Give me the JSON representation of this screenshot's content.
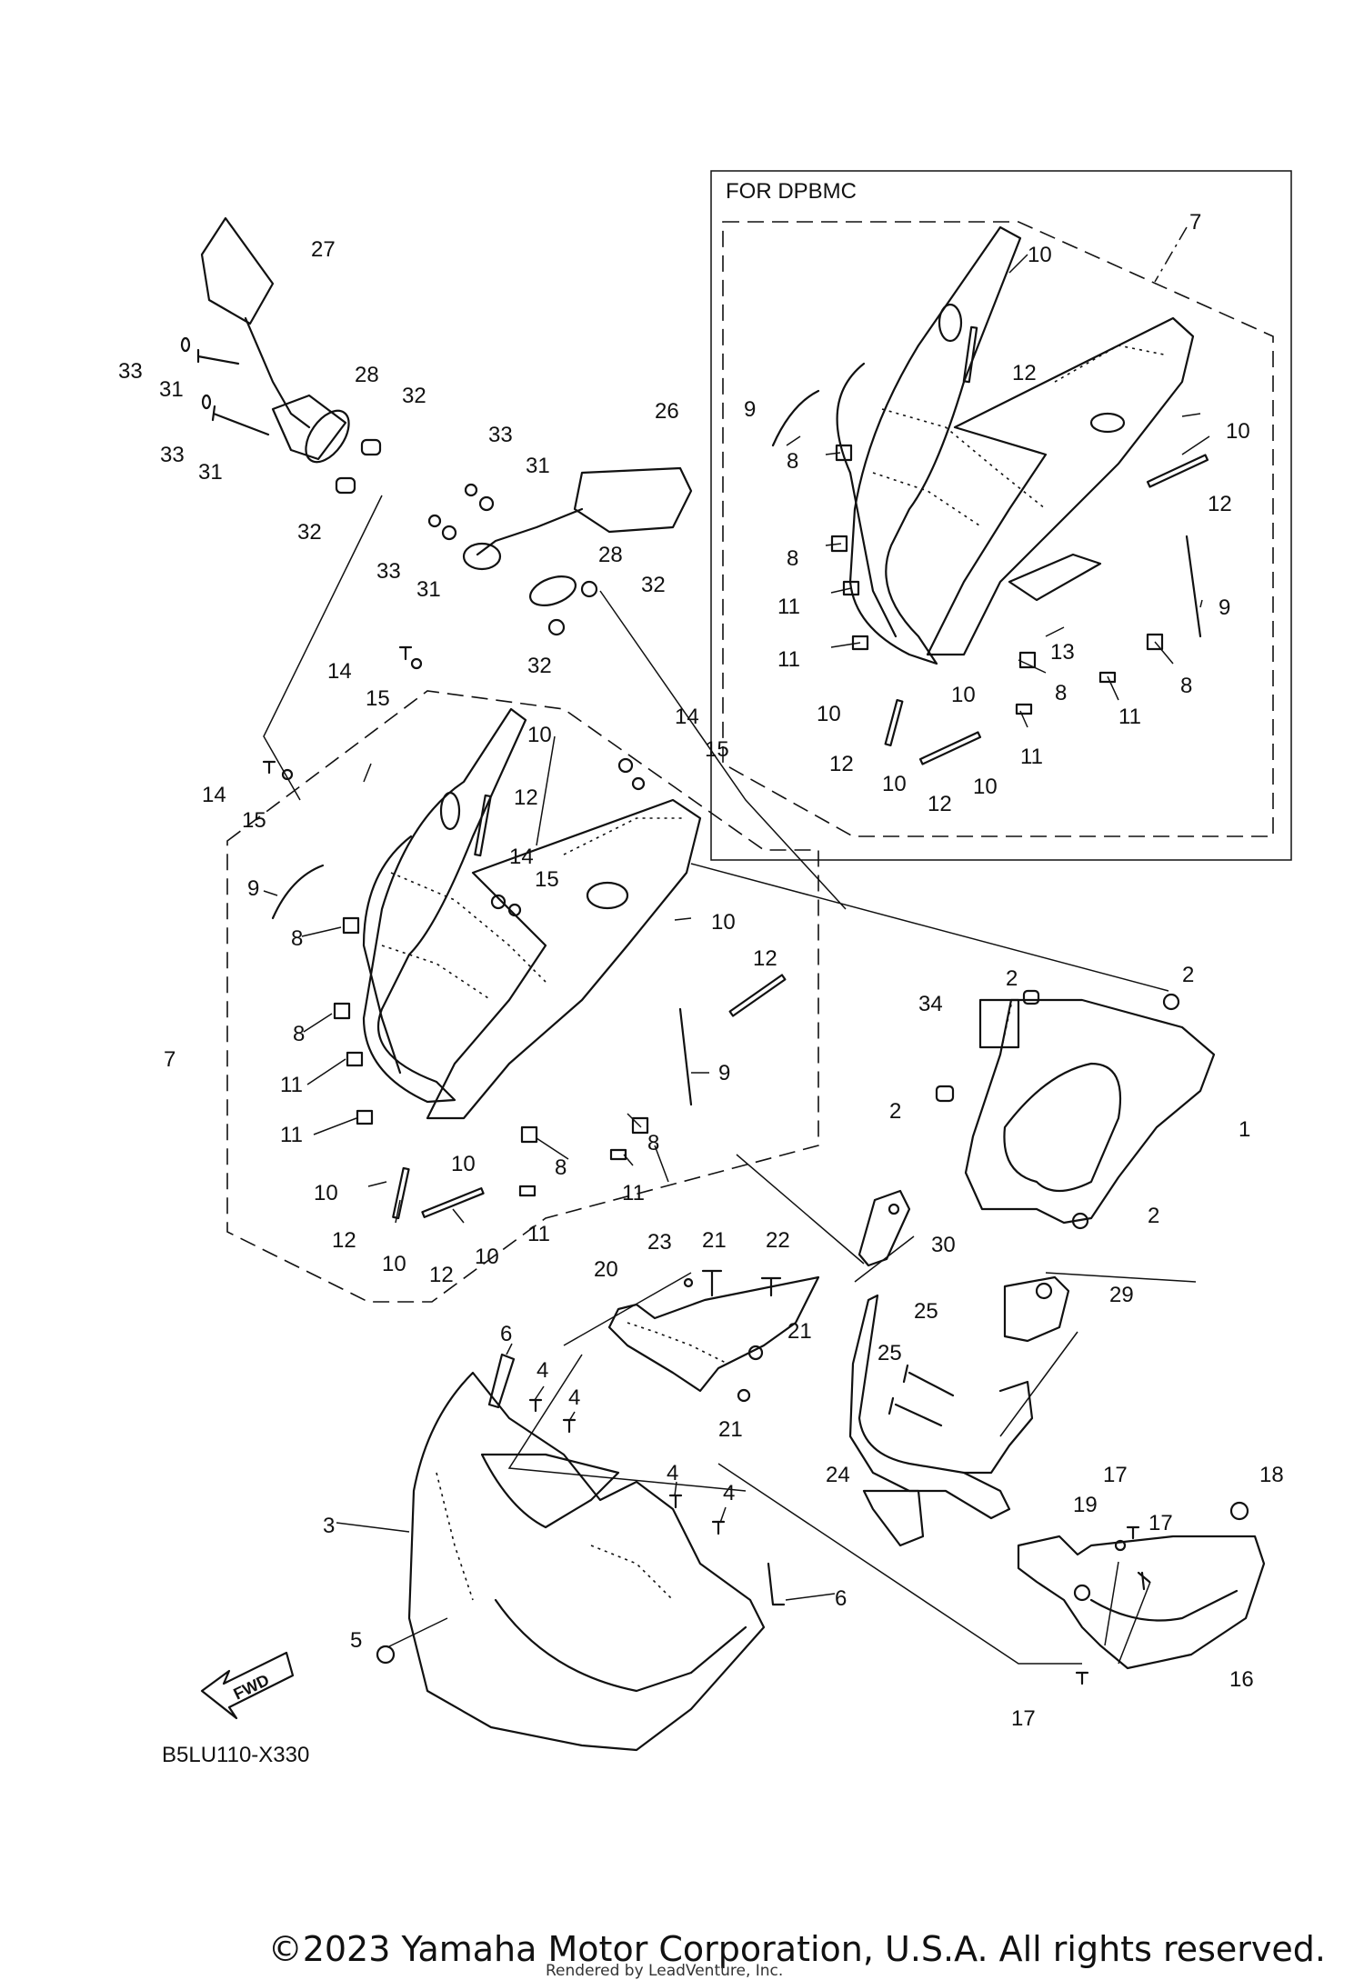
{
  "inset": {
    "title": "FOR DPBMC"
  },
  "diagram_code": "B5LU110-X330",
  "fwd_label": "FWD",
  "copyright": "©2023 Yamaha Motor Corporation, U.S.A. All rights reserved.",
  "rendered_by": "Rendered by LeadVenture, Inc.",
  "callouts": [
    {
      "id": "c1",
      "text": "1"
    },
    {
      "id": "c2a",
      "text": "2"
    },
    {
      "id": "c2b",
      "text": "2"
    },
    {
      "id": "c2c",
      "text": "2"
    },
    {
      "id": "c2d",
      "text": "2"
    },
    {
      "id": "c3",
      "text": "3"
    },
    {
      "id": "c4a",
      "text": "4"
    },
    {
      "id": "c4b",
      "text": "4"
    },
    {
      "id": "c4c",
      "text": "4"
    },
    {
      "id": "c4d",
      "text": "4"
    },
    {
      "id": "c5",
      "text": "5"
    },
    {
      "id": "c6a",
      "text": "6"
    },
    {
      "id": "c6b",
      "text": "6"
    },
    {
      "id": "c7",
      "text": "7"
    },
    {
      "id": "c7i",
      "text": "7"
    },
    {
      "id": "c8a",
      "text": "8"
    },
    {
      "id": "c8b",
      "text": "8"
    },
    {
      "id": "c8c",
      "text": "8"
    },
    {
      "id": "c8d",
      "text": "8"
    },
    {
      "id": "c8i1",
      "text": "8"
    },
    {
      "id": "c8i2",
      "text": "8"
    },
    {
      "id": "c8i3",
      "text": "8"
    },
    {
      "id": "c8i4",
      "text": "8"
    },
    {
      "id": "c9a",
      "text": "9"
    },
    {
      "id": "c9b",
      "text": "9"
    },
    {
      "id": "c9i1",
      "text": "9"
    },
    {
      "id": "c9i2",
      "text": "9"
    },
    {
      "id": "c10a",
      "text": "10"
    },
    {
      "id": "c10b",
      "text": "10"
    },
    {
      "id": "c10c",
      "text": "10"
    },
    {
      "id": "c10d",
      "text": "10"
    },
    {
      "id": "c10e",
      "text": "10"
    },
    {
      "id": "c10f",
      "text": "10"
    },
    {
      "id": "c10i1",
      "text": "10"
    },
    {
      "id": "c10i2",
      "text": "10"
    },
    {
      "id": "c10i3",
      "text": "10"
    },
    {
      "id": "c10i4",
      "text": "10"
    },
    {
      "id": "c10i5",
      "text": "10"
    },
    {
      "id": "c10i6",
      "text": "10"
    },
    {
      "id": "c11a",
      "text": "11"
    },
    {
      "id": "c11b",
      "text": "11"
    },
    {
      "id": "c11c",
      "text": "11"
    },
    {
      "id": "c11d",
      "text": "11"
    },
    {
      "id": "c11i1",
      "text": "11"
    },
    {
      "id": "c11i2",
      "text": "11"
    },
    {
      "id": "c11i3",
      "text": "11"
    },
    {
      "id": "c11i4",
      "text": "11"
    },
    {
      "id": "c12a",
      "text": "12"
    },
    {
      "id": "c12b",
      "text": "12"
    },
    {
      "id": "c12c",
      "text": "12"
    },
    {
      "id": "c12d",
      "text": "12"
    },
    {
      "id": "c12i1",
      "text": "12"
    },
    {
      "id": "c12i2",
      "text": "12"
    },
    {
      "id": "c12i3",
      "text": "12"
    },
    {
      "id": "c12i4",
      "text": "12"
    },
    {
      "id": "c13",
      "text": "13"
    },
    {
      "id": "c14a",
      "text": "14"
    },
    {
      "id": "c14b",
      "text": "14"
    },
    {
      "id": "c14c",
      "text": "14"
    },
    {
      "id": "c14d",
      "text": "14"
    },
    {
      "id": "c15a",
      "text": "15"
    },
    {
      "id": "c15b",
      "text": "15"
    },
    {
      "id": "c15c",
      "text": "15"
    },
    {
      "id": "c15d",
      "text": "15"
    },
    {
      "id": "c16",
      "text": "16"
    },
    {
      "id": "c17a",
      "text": "17"
    },
    {
      "id": "c17b",
      "text": "17"
    },
    {
      "id": "c17c",
      "text": "17"
    },
    {
      "id": "c18",
      "text": "18"
    },
    {
      "id": "c19",
      "text": "19"
    },
    {
      "id": "c20",
      "text": "20"
    },
    {
      "id": "c21a",
      "text": "21"
    },
    {
      "id": "c21b",
      "text": "21"
    },
    {
      "id": "c21c",
      "text": "21"
    },
    {
      "id": "c22",
      "text": "22"
    },
    {
      "id": "c23",
      "text": "23"
    },
    {
      "id": "c24",
      "text": "24"
    },
    {
      "id": "c25a",
      "text": "25"
    },
    {
      "id": "c25b",
      "text": "25"
    },
    {
      "id": "c26",
      "text": "26"
    },
    {
      "id": "c27",
      "text": "27"
    },
    {
      "id": "c28a",
      "text": "28"
    },
    {
      "id": "c28b",
      "text": "28"
    },
    {
      "id": "c29",
      "text": "29"
    },
    {
      "id": "c30",
      "text": "30"
    },
    {
      "id": "c31a",
      "text": "31"
    },
    {
      "id": "c31b",
      "text": "31"
    },
    {
      "id": "c31c",
      "text": "31"
    },
    {
      "id": "c31d",
      "text": "31"
    },
    {
      "id": "c32a",
      "text": "32"
    },
    {
      "id": "c32b",
      "text": "32"
    },
    {
      "id": "c32c",
      "text": "32"
    },
    {
      "id": "c32d",
      "text": "32"
    },
    {
      "id": "c33a",
      "text": "33"
    },
    {
      "id": "c33b",
      "text": "33"
    },
    {
      "id": "c33c",
      "text": "33"
    },
    {
      "id": "c33d",
      "text": "33"
    },
    {
      "id": "c34",
      "text": "34"
    }
  ]
}
